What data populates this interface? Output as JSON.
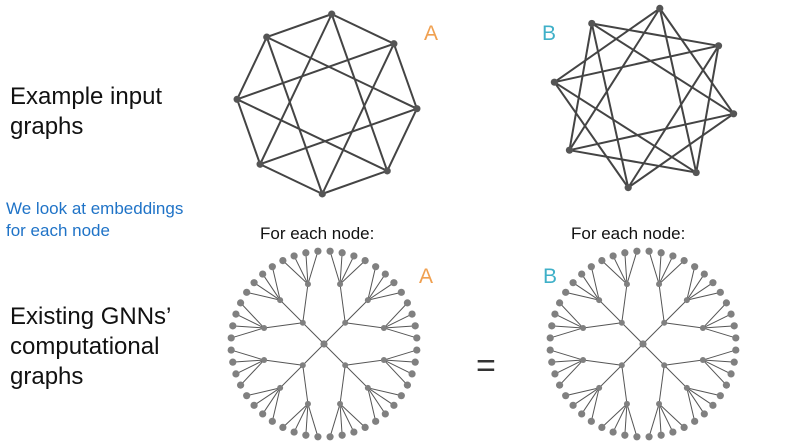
{
  "labels": {
    "input_graphs": "Example input\ngraphs",
    "embeddings_note": "We look at embeddings\nfor each node",
    "computational_graphs": "Existing GNNs’\ncomputational\ngraphs",
    "for_each_node_a": "For each node:",
    "for_each_node_b": "For each node:",
    "equals": "="
  },
  "graphs": {
    "a": {
      "label": "A",
      "label_color": "#f0a050",
      "nodes": 8,
      "steps": [
        1,
        3
      ]
    },
    "b": {
      "label": "B",
      "label_color": "#3fb0c8",
      "nodes": 8,
      "steps": [
        2,
        3
      ]
    }
  },
  "trees": {
    "a": {
      "label": "A",
      "label_color": "#f0a050"
    },
    "b": {
      "label": "B",
      "label_color": "#3fb0c8"
    }
  },
  "colors": {
    "edge": "#444444",
    "node": "#555555",
    "tree_node": "#808080",
    "tree_edge": "#555555"
  }
}
